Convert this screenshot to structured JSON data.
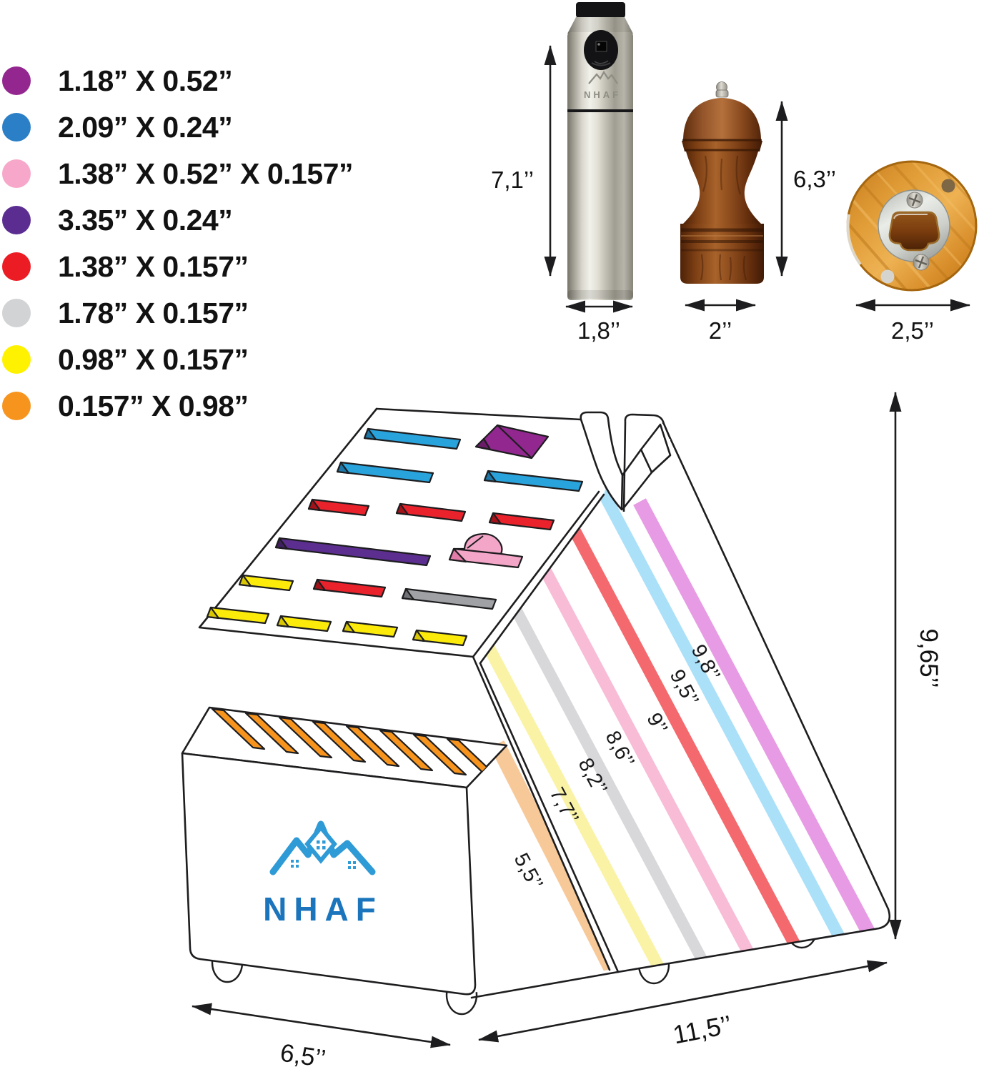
{
  "page": {
    "background": "#ffffff",
    "line_color": "#1d1d1f"
  },
  "legend": {
    "items": [
      {
        "label": "1.18” X 0.52”",
        "color": "#93278F"
      },
      {
        "label": "2.09” X 0.24”",
        "color": "#2B7FC6"
      },
      {
        "label": "1.38” X 0.52” X 0.157”",
        "color": "#F7A8CA"
      },
      {
        "label": "3.35” X 0.24”",
        "color": "#5C2D91"
      },
      {
        "label": "1.38” X 0.157”",
        "color": "#EC1C24"
      },
      {
        "label": "1.78” X 0.157”",
        "color": "#D1D3D4"
      },
      {
        "label": "0.98” X 0.157”",
        "color": "#FFF200"
      },
      {
        "label": "0.157” X 0.98”",
        "color": "#F7941E"
      }
    ]
  },
  "products": {
    "sprayer": {
      "brand": "NHAF",
      "height_label": "7,1’’",
      "width_label": "1,8’’"
    },
    "pepper_mill": {
      "height_label": "6,3’’",
      "width_label": "2’’"
    },
    "bottle_opener": {
      "width_label": "2,5’’"
    }
  },
  "block": {
    "brand": "NHAF",
    "brand_color": "#1B75BC",
    "logo_color": "#2E9AD6",
    "dimensions": {
      "height": "9,65’’",
      "length": "11,5’’",
      "depth": "6,5’’"
    },
    "stripes": [
      {
        "label": "5,5’’",
        "color": "#F8C998"
      },
      {
        "label": "7,7’’",
        "color": "#FAF3A5"
      },
      {
        "label": "8,2’’",
        "color": "#D8D8DA"
      },
      {
        "label": "8,6’’",
        "color": "#F8BCD6"
      },
      {
        "label": "9’’",
        "color": "#F4696D"
      },
      {
        "label": "9,5’’",
        "color": "#ABE0F9"
      },
      {
        "label": "9,8’’",
        "color": "#E79BE4"
      }
    ],
    "slot_colors": {
      "blue": "#29A3DC",
      "blue_dark": "#1B78A8",
      "red": "#E9222B",
      "red_dark": "#A31218",
      "purple": "#92278F",
      "purple_dark": "#6B1C69",
      "violet": "#5B2E90",
      "violet_dark": "#40205F",
      "pink": "#F4A6C8",
      "pink_dark": "#E27BA8",
      "gray": "#9FA1A4",
      "gray_dark": "#6F7175",
      "yellow": "#FCEB0A",
      "yellow_dark": "#D9C705",
      "orange": "#F7941E",
      "orange_dark": "#C26E0E"
    }
  }
}
